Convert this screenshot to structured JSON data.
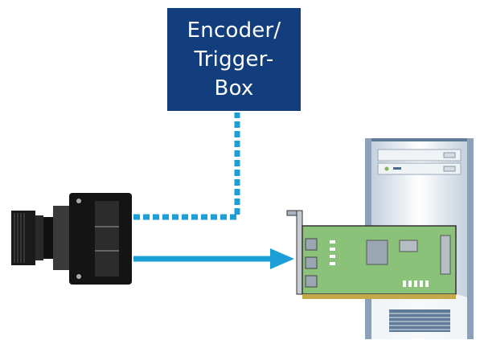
{
  "encoder_box": {
    "lines": [
      "Encoder/",
      "Trigger-",
      "Box"
    ]
  },
  "nodes": {
    "camera": "camera-icon",
    "frame_grabber": "frame-grabber-card-icon",
    "pc": "pc-tower-icon"
  },
  "connections": [
    {
      "from": "camera",
      "to": "encoder_box",
      "style": "dashed"
    },
    {
      "from": "camera",
      "to": "frame_grabber",
      "style": "solid-arrow"
    }
  ],
  "colors": {
    "box_fill": "#123e7d",
    "box_text": "#ffffff",
    "line": "#1b9fd6",
    "camera_dark": "#1a1a1a",
    "card_green": "#8ac27a",
    "tower_gray": "#dde3ea",
    "tower_blue": "#6f8aa6"
  }
}
